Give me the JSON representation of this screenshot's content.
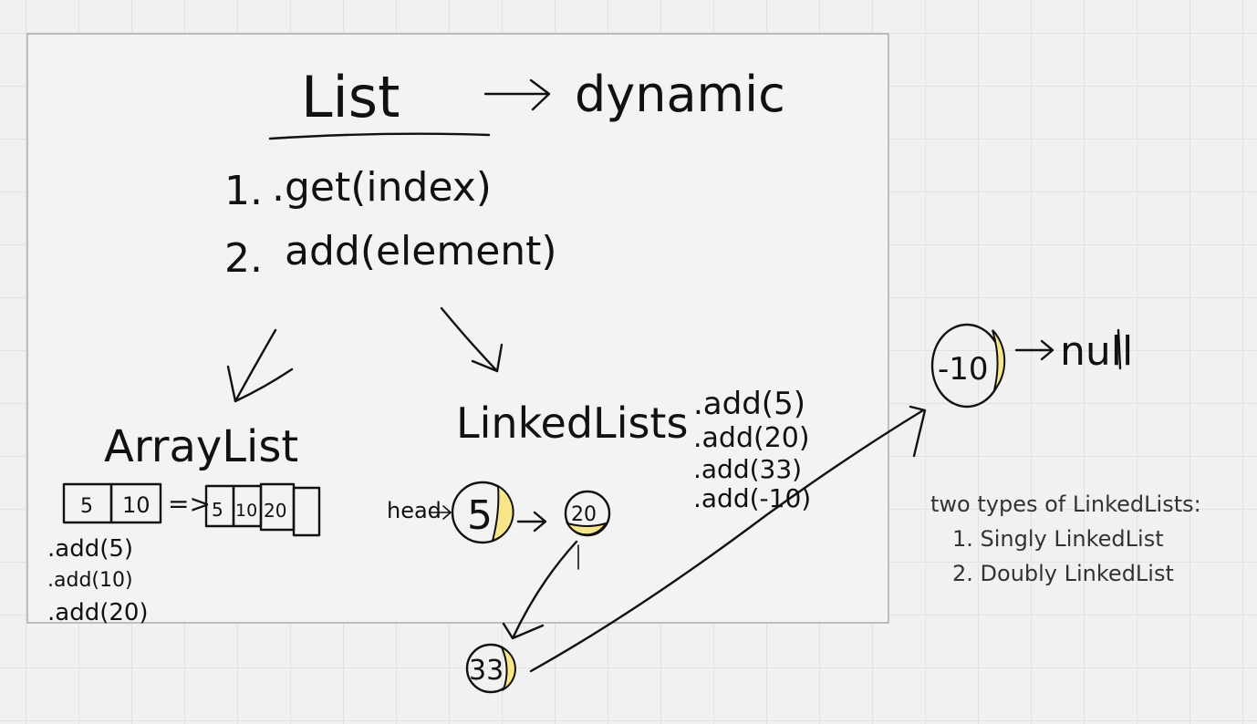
{
  "title": "List",
  "title_arrow_target": "dynamic",
  "methods": [
    {
      "number": "1.",
      "text": ".get(index)"
    },
    {
      "number": "2.",
      "text": "add(element)"
    }
  ],
  "arraylist": {
    "label": "ArrayList",
    "before": [
      "5",
      "10"
    ],
    "arrow": "=>",
    "after": [
      "5",
      "10",
      "20",
      ""
    ],
    "ops": [
      ".add(5)",
      ".add(10)",
      ".add(20)"
    ]
  },
  "linkedlist": {
    "label": "LinkedLists",
    "head_label": "head",
    "nodes": [
      "5",
      "20",
      "33",
      "-10"
    ],
    "terminal": "null",
    "ops": [
      ".add(5)",
      ".add(20)",
      ".add(33)",
      ".add(-10)"
    ]
  },
  "note": {
    "heading": "two types of LinkedLists:",
    "items": [
      "1. Singly LinkedList",
      "2. Doubly LinkedList"
    ]
  },
  "colors": {
    "highlight": "#f7e58a",
    "ink": "#111111",
    "frame": "#8a8a8a"
  }
}
